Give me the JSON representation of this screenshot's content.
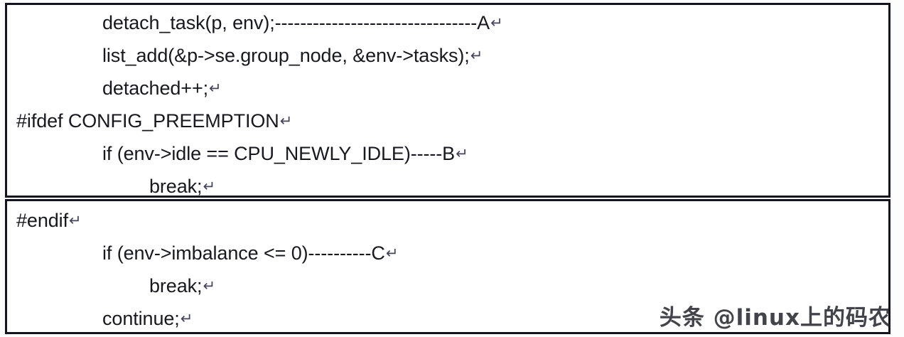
{
  "document": {
    "title": "Linux scheduler detach_tasks code excerpt",
    "border_color": "#14141e",
    "background_color": "#ffffff",
    "text_color": "#181820",
    "pilcrow": "↵"
  },
  "upper_block": {
    "lines": [
      {
        "indent": 1,
        "text": "detach_task(p, env);--------------------------------A"
      },
      {
        "indent": 1,
        "text": "list_add(&p->se.group_node, &env->tasks);"
      },
      {
        "indent": 1,
        "text": "detached++;"
      },
      {
        "indent": 0,
        "text": "#ifdef CONFIG_PREEMPTION"
      },
      {
        "indent": 1,
        "text": "if (env->idle == CPU_NEWLY_IDLE)-----B"
      },
      {
        "indent": 2,
        "text": "break;"
      }
    ]
  },
  "lower_block": {
    "lines": [
      {
        "indent": 0,
        "text": "#endif"
      },
      {
        "indent": 1,
        "text": "if (env->imbalance <= 0)----------C"
      },
      {
        "indent": 2,
        "text": "break;"
      },
      {
        "indent": 1,
        "text": "continue;"
      }
    ]
  },
  "watermark": {
    "text": "头条 @linux上的码农"
  }
}
